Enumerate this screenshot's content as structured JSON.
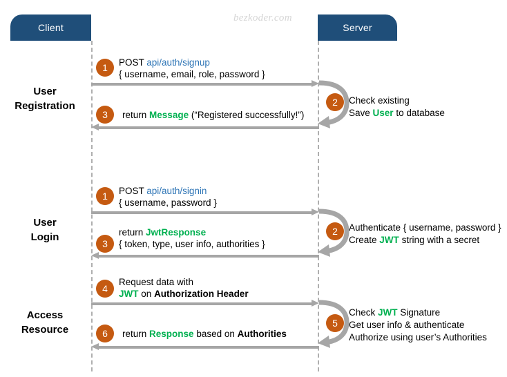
{
  "diagram": {
    "watermark": "bezkoder.com",
    "actors": {
      "client": "Client",
      "server": "Server"
    },
    "colors": {
      "actor_box": "#1F4E79",
      "step_circle": "#C55A11",
      "arrow": "#A6A6A6",
      "lifeline": "#AFAFAF",
      "highlight_green": "#00B050",
      "endpoint_blue": "#2E75B6",
      "watermark": "#D6D6D6"
    },
    "sections": [
      {
        "label_line1": "User",
        "label_line2": "Registration"
      },
      {
        "label_line1": "User",
        "label_line2": "Login"
      },
      {
        "label_line1": "Access",
        "label_line2": "Resource"
      }
    ],
    "steps": {
      "s1a": "1",
      "s2a": "2",
      "s3a": "3",
      "s1b": "1",
      "s2b": "2",
      "s3b": "3",
      "s4": "4",
      "s5": "5",
      "s6": "6"
    },
    "messages": {
      "signup_request_line1_method": "POST",
      "signup_request_line1_path": "api/auth/signup",
      "signup_request_line2": "{ username, email, role, password }",
      "signup_response_prefix": "return",
      "signup_response_type": "Message",
      "signup_response_suffix": "(“Registered successfully!”)",
      "signin_request_line1_method": "POST",
      "signin_request_line1_path": "api/auth/signin",
      "signin_request_line2": "{ username, password }",
      "signin_response_prefix": "return",
      "signin_response_type": "JwtResponse",
      "signin_response_line2": "{ token, type, user info, authorities }",
      "resource_request_line1": "Request  data with",
      "resource_request_line2_token": "JWT",
      "resource_request_line2_mid": "on",
      "resource_request_line2_header": "Authorization Header",
      "resource_response_prefix": "return",
      "resource_response_type": "Response",
      "resource_response_mid": "based on",
      "resource_response_suffix": "Authorities"
    },
    "notes": {
      "signup_note_line1": "Check existing",
      "signup_note_line2_prefix": "Save",
      "signup_note_line2_entity": "User",
      "signup_note_line2_suffix": "to database",
      "signin_note_line1": "Authenticate { username, password }",
      "signin_note_line2_prefix": "Create",
      "signin_note_line2_token": "JWT",
      "signin_note_line2_suffix": "string with a secret",
      "resource_note_line1_prefix": "Check",
      "resource_note_line1_token": "JWT",
      "resource_note_line1_suffix": "Signature",
      "resource_note_line2": "Get user info & authenticate",
      "resource_note_line3": "Authorize using user’s Authorities"
    }
  }
}
